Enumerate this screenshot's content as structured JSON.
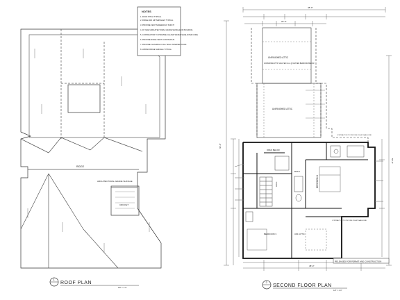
{
  "sheet": {
    "roof_title": "ROOF PLAN",
    "roof_number": "1",
    "roof_scale": "1/8\" = 1'-0\"",
    "floor_title": "SECOND FLOOR PLAN",
    "floor_number": "2",
    "floor_scale": "1/8\" = 1'-0\"",
    "stamp": "RELEASED FOR PERMIT AND CONSTRUCTION"
  },
  "roof_notes": {
    "title": "NOTES",
    "items": [
      "1. ROOF PITCH TYPICAL",
      "2. RIDGE AND HIP SHINGLES TYPICAL",
      "3. PROVIDE VENT SCREENS AT SOFFIT",
      "4. 30 YEAR ARCHITECTURAL GRADE SHINGLE ON BUILDING",
      "5. CONTRACTOR TO PROVIDE ICE AND WATER SHIELD PER CODE",
      "6. PROVIDE RIDGE VENT CONTINUOUS",
      "7. PROVIDE FLASHING AT ALL WALL INTERSECTIONS",
      "8. HIPPED RIDGE SHINGLE TYPICAL"
    ]
  },
  "roof_labels": {
    "ridge": "RIDGE",
    "architectural_shingle": "ARCHITECTURAL GRADE SHINGLE",
    "cricket": "CRICKET"
  },
  "floor_labels": {
    "attic_master": "UNFINISHED ATTIC VAULTED CLG. @ MASTER BEDROOM BELOW",
    "attic": "UNFINISHED ATTIC",
    "bedroom_3": "BEDROOM 3",
    "bedroom_4": "BEDROOM 4",
    "bath": "BATH",
    "attic_small": "UNF. ATTIC",
    "hall": "HALL",
    "open_below": "OPEN BELOW",
    "contractor_note_1": "CONTRACTOR TO PROVIDE 2X6 AT GABLE END",
    "contractor_note_2": "CONTRACTOR TO PROVIDE 2X6 AT GABLE END"
  },
  "dimensions": {
    "overall_width": "48'-0\"",
    "attic_width": "20'-0\"",
    "left_overall": "60'-0\"",
    "right_overall": "58'-0\"",
    "bottom_overall": "48'-0\""
  }
}
